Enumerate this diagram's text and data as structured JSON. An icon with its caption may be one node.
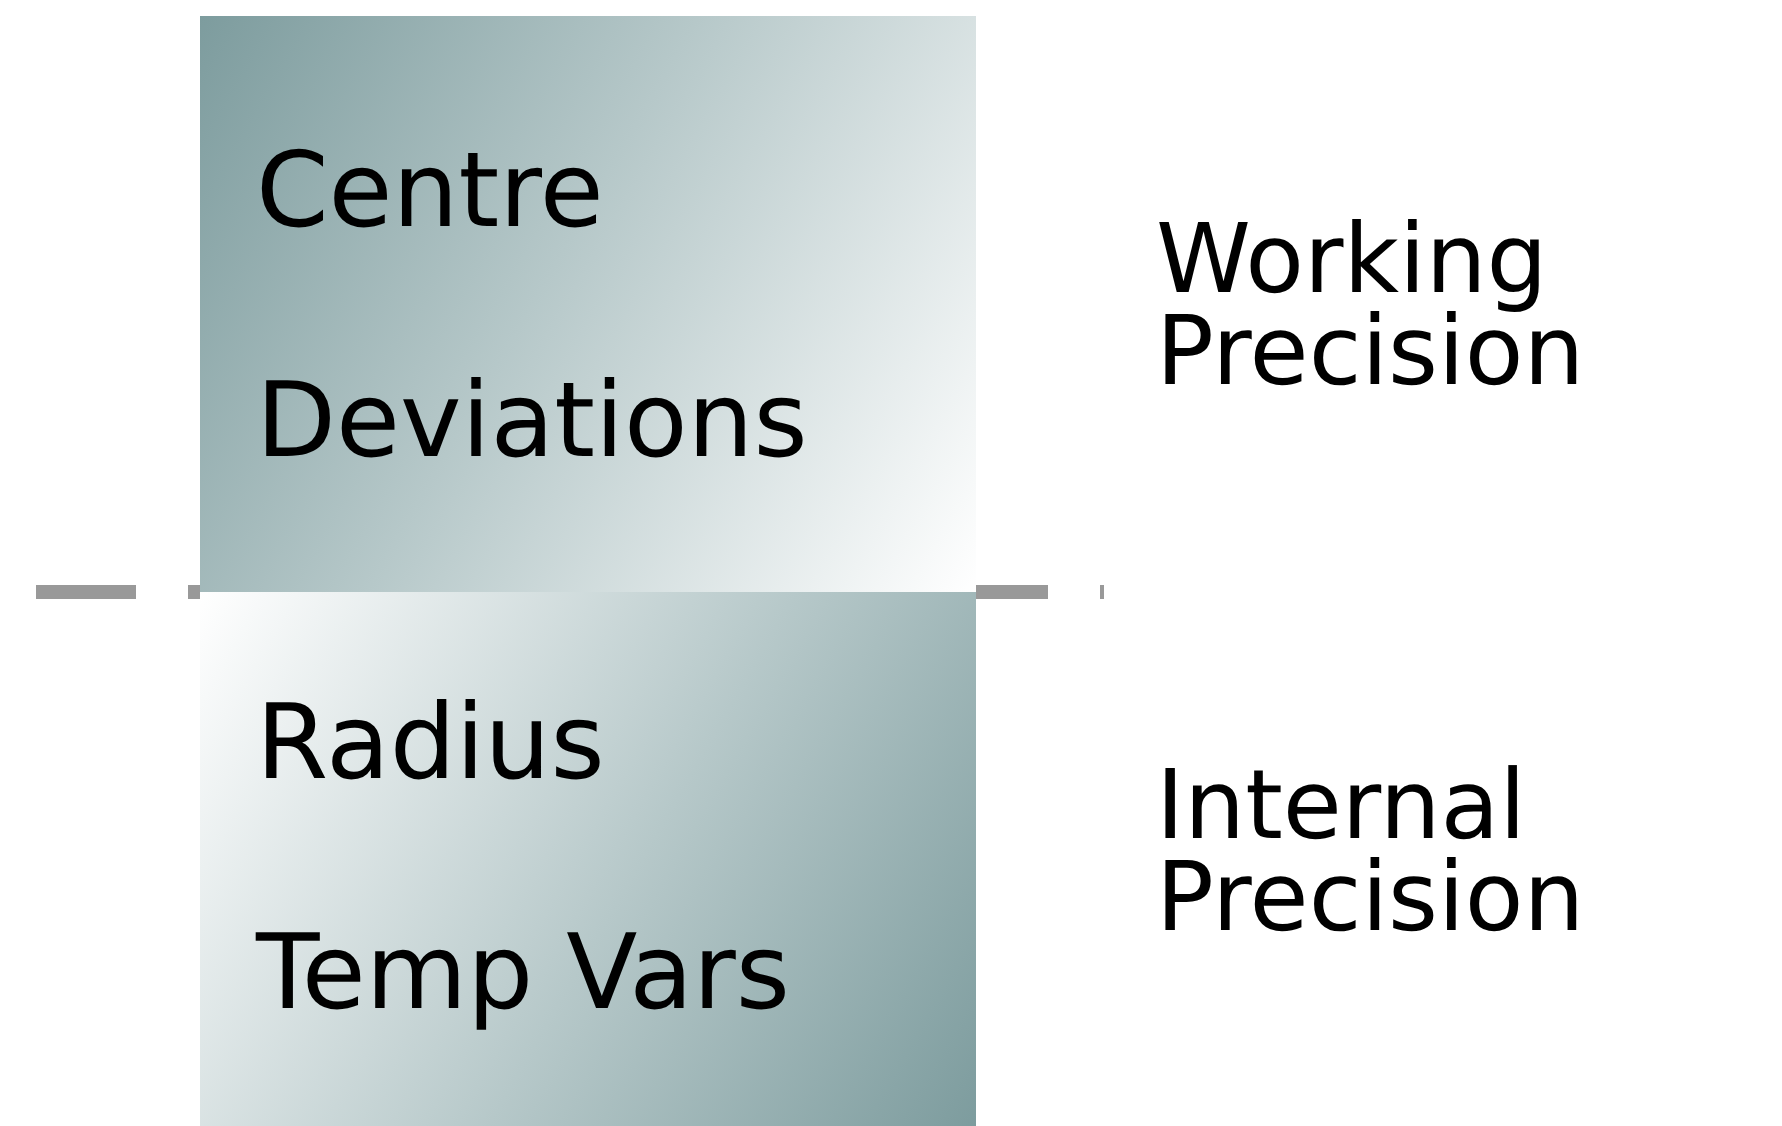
{
  "diagram": {
    "nodes": [
      {
        "text": [
          "Centre",
          "Deviations"
        ],
        "beside": [
          "Working Precision"
        ]
      },
      {
        "text": [
          "Radius",
          "Temp Vars"
        ],
        "beside": [
          "Internal Precision"
        ]
      }
    ]
  }
}
